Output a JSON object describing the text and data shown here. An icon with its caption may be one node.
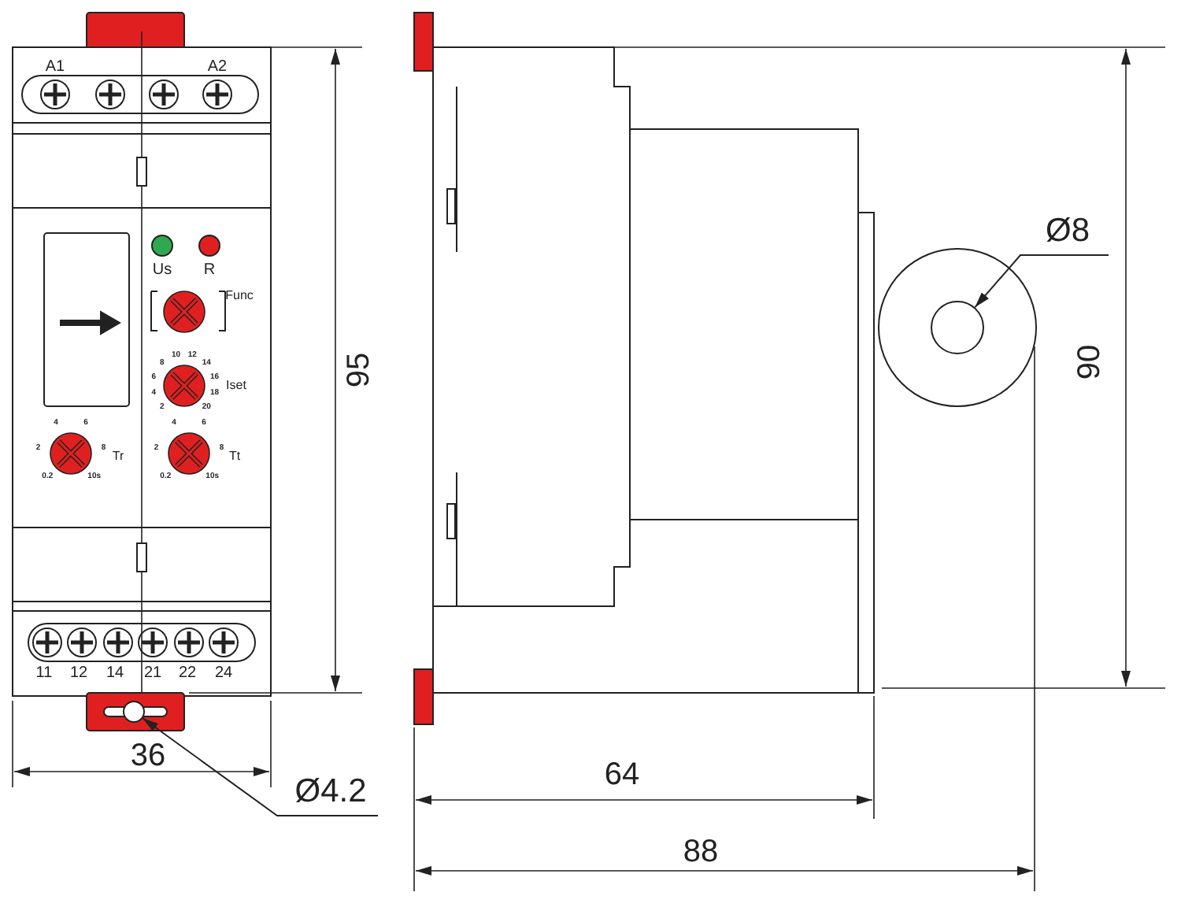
{
  "diagram": {
    "nodes": [
      {
        "text": [
          "Ø8"
        ]
      },
      {
        "text": [],
        "shape": "circle"
      },
      {
        "text": [
          "Ø4.2"
        ]
      },
      {
        "text": [],
        "shape": "circle"
      }
    ],
    "edges": [
      {
        "from": 0,
        "to": 1,
        "arrow": "to"
      },
      {
        "from": 2,
        "to": 3,
        "arrow": "to"
      }
    ],
    "labels": [
      "A1",
      "A2",
      "Us",
      "R",
      "Func",
      "Iset",
      "2",
      "4",
      "6",
      "8",
      "10",
      "12",
      "14",
      "16",
      "18",
      "20",
      "Tr",
      "0.2",
      "2",
      "4",
      "6",
      "8",
      "10s",
      "Tt",
      "0.2",
      "2",
      "4",
      "6",
      "8",
      "10s",
      "11",
      "12",
      "14",
      "21",
      "22",
      "24",
      "95",
      "36",
      "64",
      "88",
      "90"
    ]
  }
}
